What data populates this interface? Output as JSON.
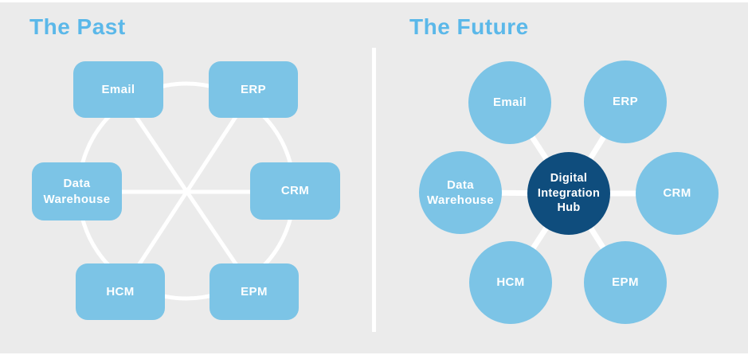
{
  "past": {
    "title": "The Past",
    "nodes": [
      {
        "id": "email",
        "label": "Email"
      },
      {
        "id": "erp",
        "label": "ERP"
      },
      {
        "id": "data-warehouse",
        "label": "Data Warehouse"
      },
      {
        "id": "crm",
        "label": "CRM"
      },
      {
        "id": "hcm",
        "label": "HCM"
      },
      {
        "id": "epm",
        "label": "EPM"
      }
    ]
  },
  "future": {
    "title": "The Future",
    "hub_label": "Digital Integration Hub",
    "nodes": [
      {
        "id": "email",
        "label": "Email"
      },
      {
        "id": "erp",
        "label": "ERP"
      },
      {
        "id": "data-warehouse",
        "label": "Data Warehouse"
      },
      {
        "id": "crm",
        "label": "CRM"
      },
      {
        "id": "hcm",
        "label": "HCM"
      },
      {
        "id": "epm",
        "label": "EPM"
      }
    ]
  },
  "colors": {
    "node_blue": "#7cc4e6",
    "hub_navy": "#0f4d7d",
    "title_blue": "#5bb8e9",
    "connector_white": "#ffffff",
    "background_gray": "#ebebeb"
  }
}
